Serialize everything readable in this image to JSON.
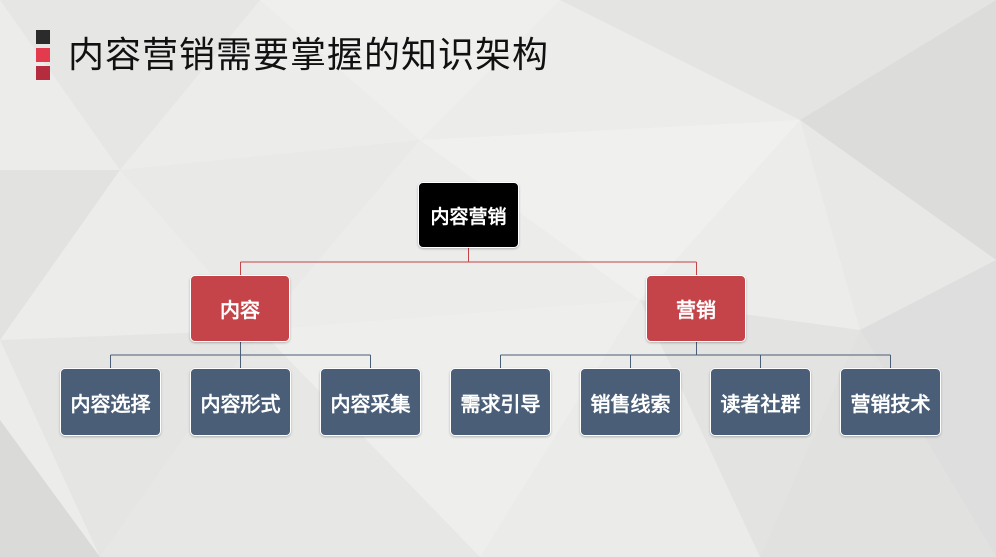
{
  "title": "内容营销需要掌握的知识架构",
  "colors": {
    "root": "#000000",
    "branch": "#c5444a",
    "leaf": "#4a5e77",
    "accent_dark": "#2b2b2b",
    "accent_red": "#e43a4e",
    "accent_maroon": "#b52c3e"
  },
  "diagram": {
    "root": "内容营销",
    "branches": [
      {
        "label": "内容",
        "children": [
          "内容选择",
          "内容形式",
          "内容采集"
        ]
      },
      {
        "label": "营销",
        "children": [
          "需求引导",
          "销售线索",
          "读者社群",
          "营销技术"
        ]
      }
    ]
  }
}
